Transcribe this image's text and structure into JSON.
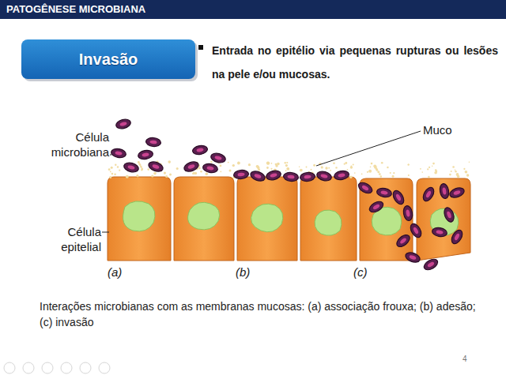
{
  "diagram": {
    "title": "PATOGÊNESE MICROBIANA",
    "caption": "Interações microbianas com as membranas mucosas: (a) associação frouxa; (b) adesão; (c) invasão",
    "nodes": [
      {
        "text": [
          "Invasão"
        ]
      }
    ],
    "edges": [],
    "labels": [
      "Entrada no epitélio via pequenas rupturas ou lesões na pele e/ou mucosas.",
      "Célula microbiana",
      "Célula epitelial",
      "Muco",
      "(a)",
      "(b)",
      "(c)",
      "4"
    ]
  }
}
